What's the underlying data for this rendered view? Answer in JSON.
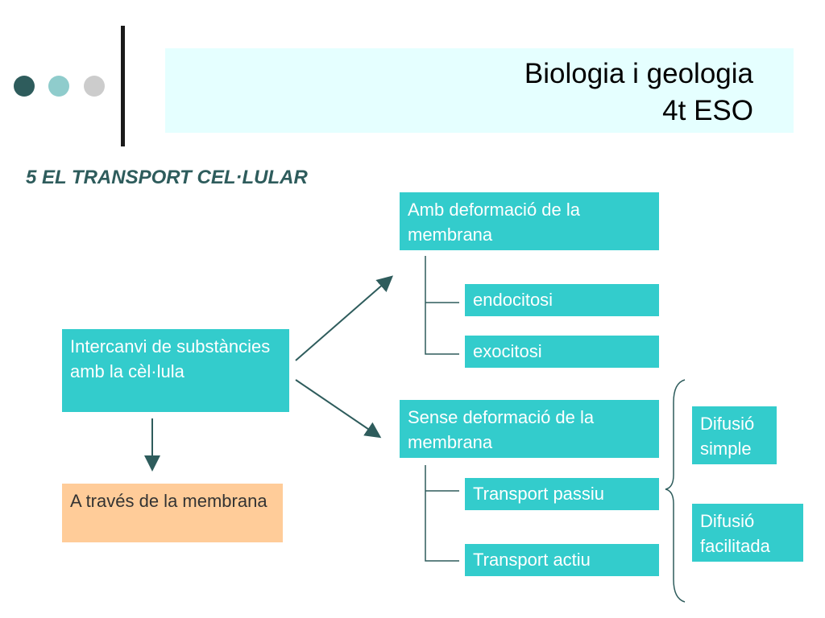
{
  "header": {
    "title_line1": "Biologia i geologia",
    "title_line2": "4t ESO",
    "bullets": [
      "#2e5c5c",
      "#8fcccc",
      "#cccccc"
    ]
  },
  "section_title": "5 EL TRANSPORT CEL·LULAR",
  "diagram": {
    "root": "Intercanvi de substàncies amb la cèl·lula",
    "across": "A través de la membrana",
    "with_deformation": {
      "label": "Amb deformació de la membrana",
      "items": [
        "endocitosi",
        "exocitosi"
      ]
    },
    "without_deformation": {
      "label": "Sense deformació de la membrana",
      "items": [
        "Transport passiu",
        "Transport actiu"
      ]
    },
    "diffusion": [
      "Difusió simple",
      "Difusió facilitada"
    ]
  },
  "colors": {
    "box_teal": "#33cccc",
    "box_orange": "#ffcc99",
    "line": "#2e5c5c",
    "title_band": "#e5ffff"
  }
}
